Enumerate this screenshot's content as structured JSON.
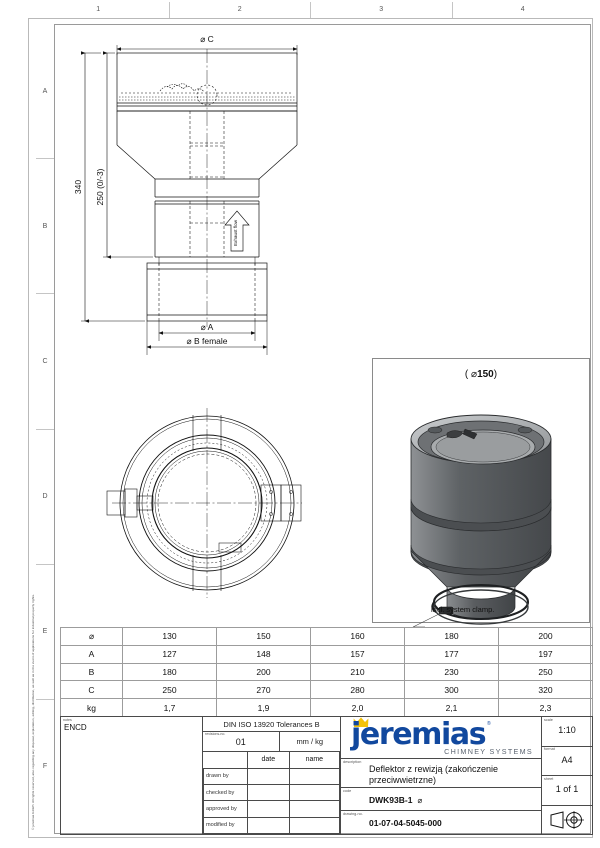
{
  "sheet": {
    "column_markers": [
      "1",
      "2",
      "3",
      "4"
    ],
    "row_markers": [
      "A",
      "B",
      "C",
      "D",
      "E",
      "F"
    ],
    "copyright": "© jeremias GmbH. All rights reserved, also regarding any disposal, exploitation, editing, distribution, as well as in the event of applications for industrial property rights."
  },
  "drawing": {
    "dim_c": "⌀ C",
    "dim_a": "⌀ A",
    "dim_b": "⌀ B female",
    "height_total": "340",
    "height_insert": "250 (0/-3)",
    "height_insert_main": "250",
    "height_insert_tol_upper": "0",
    "height_insert_tol_lower": "-3",
    "flow_label": "Exhaust flow"
  },
  "render": {
    "title_prefix": "(",
    "title_symbol": "⌀",
    "title_value": "150",
    "title_suffix": ")",
    "note": "incl. system clamp."
  },
  "dim_table": {
    "rows": [
      {
        "label": "⌀",
        "values": [
          "130",
          "150",
          "160",
          "180",
          "200"
        ]
      },
      {
        "label": "A",
        "values": [
          "127",
          "148",
          "157",
          "177",
          "197"
        ]
      },
      {
        "label": "B",
        "values": [
          "180",
          "200",
          "210",
          "230",
          "250"
        ]
      },
      {
        "label": "C",
        "values": [
          "250",
          "270",
          "280",
          "300",
          "320"
        ]
      },
      {
        "label": "kg",
        "values": [
          "1,7",
          "1,9",
          "2,0",
          "2,1",
          "2,3"
        ]
      }
    ]
  },
  "title_block": {
    "notes_label": "notes",
    "notes_value": "ENCD",
    "tolerances": "DIN ISO 13920 Tolerances B",
    "revisions_label": "revisions-no.",
    "revisions_value": "01",
    "units": "mm / kg",
    "rev_table": {
      "headers": [
        "",
        "date",
        "name"
      ],
      "rows": [
        {
          "label": "drawn by",
          "date": "",
          "name": ""
        },
        {
          "label": "checked by",
          "date": "",
          "name": ""
        },
        {
          "label": "approved by",
          "date": "",
          "name": ""
        },
        {
          "label": "modified by",
          "date": "",
          "name": ""
        }
      ]
    },
    "logo": {
      "wordmark": "jeremias",
      "registered": "®",
      "tagline": "CHIMNEY SYSTEMS",
      "blue": "#11489e",
      "gold": "#f3c20a"
    },
    "description_label": "description",
    "description_value": "Deflektor z rewizją (zakończenie przeciwwietrzne)",
    "code_label": "code",
    "code_value": "DWK93B-1",
    "code_suffix": "⌀",
    "drawing_no_label": "drawing-no.",
    "drawing_no_value": "01-07-04-5045-000",
    "scale_label": "scale",
    "scale_value": "1:10",
    "format_label": "format",
    "format_value": "A4",
    "sheet_label": "sheet",
    "sheet_value": "1 of 1"
  }
}
